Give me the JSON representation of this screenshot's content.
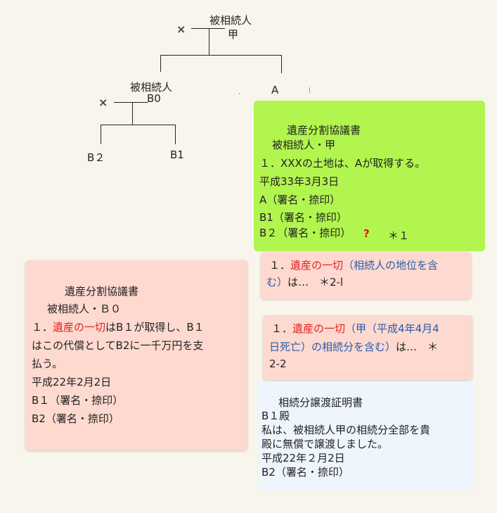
{
  "tree": {
    "root_label": "被相続人",
    "root_name": "甲",
    "b0_label": "被相続人",
    "b0_name": "B0",
    "a_name": "A",
    "b1_name": "B1",
    "b2_name": "B２",
    "deceased_mark": "×"
  },
  "doc_kou": {
    "title": "遺産分割協議書",
    "decedent": "被相続人・甲",
    "clause": "１．XXXの土地は、Aが取得する。",
    "date": "平成33年3月3日",
    "sign_a": "A（署名・捺印）",
    "sign_b1": "B1（署名・捺印）",
    "sign_b2": "B２（署名・捺印）",
    "question": "?",
    "note": "＊１"
  },
  "alt1": {
    "num": "１．",
    "red": "遺産の一切",
    "blue1": "（相続人の地位を含",
    "blue2": "む）",
    "rest": "は…　＊2-l"
  },
  "alt2": {
    "num": "１．",
    "red": "遺産の一切",
    "blue1": "（甲（平成4年4月4",
    "blue2": "日死亡）の相続分を含む）",
    "rest": "は…　＊",
    "note": "2-2"
  },
  "doc_b0": {
    "title": "遺産分割協議書",
    "decedent": "被相続人・Ｂ０",
    "num": "１．",
    "red": "遺産の一切",
    "clause1": "はB１が取得し、B１",
    "clause2": "はこの代償としてB2に一千万円を支",
    "clause3": "払う。",
    "date": "平成22年2月2日",
    "sign_b1": "B１（署名・捺印）",
    "sign_b2": "B2（署名・捺印）"
  },
  "transfer": {
    "title": "相続分譲渡証明書",
    "addressee": "B１殿",
    "body1": "私は、被相続人甲の相続分全部を貴",
    "body2": "殿に無償で譲渡しました。",
    "date": "平成22年２月2日",
    "sign_b2": "B2（署名・捺印）"
  },
  "colors": {
    "green": "#b2f54f",
    "pink": "#fdd9cf",
    "blue": "#eef5fd",
    "red": "#e52020",
    "link_blue": "#2a5cae"
  }
}
